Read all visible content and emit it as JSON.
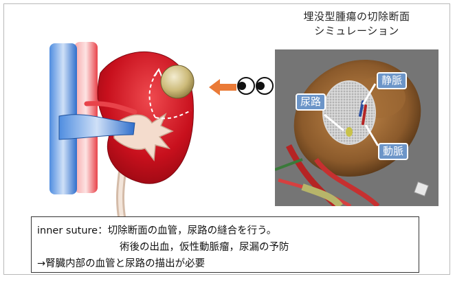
{
  "simulation": {
    "title_line1": "埋没型腫瘍の切除断面",
    "title_line2": "シミュレーション",
    "labels": {
      "vein": "静脈",
      "ureter": "尿路",
      "artery": "動脈"
    }
  },
  "caption": {
    "line1_term": "inner suture",
    "line1_sep": "：",
    "line1_text": "切除断面の血管，尿路の縫合を行う。",
    "line2_text": "術後の出血，仮性動脈瘤，尿漏の予防",
    "line3_text": "→腎臓内部の血管と尿路の描出が必要"
  },
  "colors": {
    "kidney": "#c8101d",
    "vein": "#1d63c4",
    "artery": "#e8434a",
    "ureter": "#e9d7c9",
    "tumor": "#d8c98a",
    "arrow": "#ea7a37",
    "callout": "#6c95c8"
  }
}
